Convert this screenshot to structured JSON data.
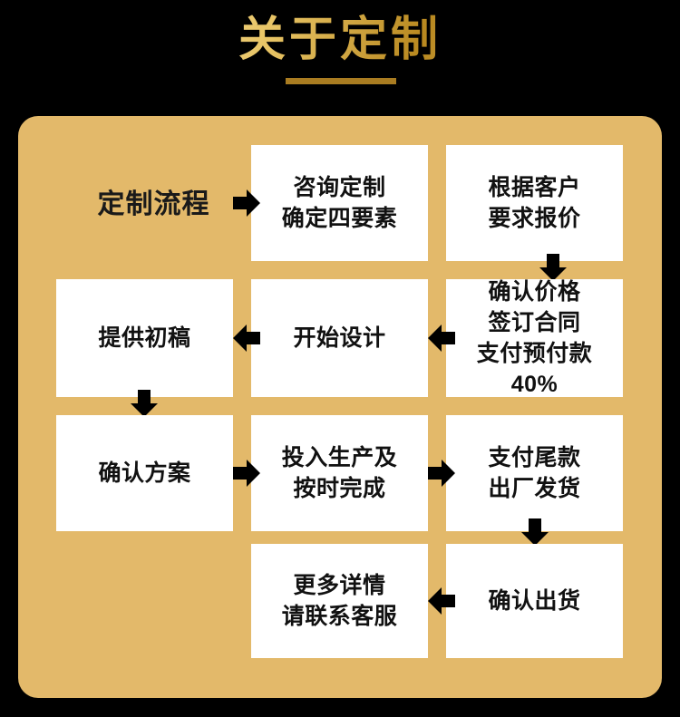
{
  "header": {
    "title": "关于定制",
    "underline_color": "#a97c21",
    "title_gradient_light": "#fdf3cf",
    "title_gradient_dark": "#b8881f"
  },
  "panel": {
    "background_color": "#e3b96a",
    "section_label": "定制流程"
  },
  "flow": {
    "boxes": [
      {
        "id": "consult",
        "text": "咨询定制\n确定四要素"
      },
      {
        "id": "quote",
        "text": "根据客户\n要求报价"
      },
      {
        "id": "contract",
        "text": "确认价格\n签订合同\n支付预付款\n40%"
      },
      {
        "id": "design",
        "text": "开始设计"
      },
      {
        "id": "draft",
        "text": "提供初稿"
      },
      {
        "id": "confirm-plan",
        "text": "确认方案"
      },
      {
        "id": "production",
        "text": "投入生产及\n按时完成"
      },
      {
        "id": "final-pay",
        "text": "支付尾款\n出厂发货"
      },
      {
        "id": "shipping",
        "text": "确认出货"
      },
      {
        "id": "service",
        "text": "更多详情\n请联系客服"
      }
    ],
    "arrows": [
      {
        "id": "consult-to-quote",
        "direction": "right"
      },
      {
        "id": "quote-to-contract",
        "direction": "down"
      },
      {
        "id": "contract-to-design",
        "direction": "left"
      },
      {
        "id": "design-to-draft",
        "direction": "left"
      },
      {
        "id": "draft-to-confirm-plan",
        "direction": "down"
      },
      {
        "id": "confirm-plan-to-production",
        "direction": "right"
      },
      {
        "id": "production-to-final-pay",
        "direction": "right"
      },
      {
        "id": "final-pay-to-shipping",
        "direction": "down"
      },
      {
        "id": "shipping-to-service",
        "direction": "left"
      }
    ],
    "arrow_color": "#000000",
    "box_background": "#ffffff",
    "box_text_color": "#111111"
  }
}
